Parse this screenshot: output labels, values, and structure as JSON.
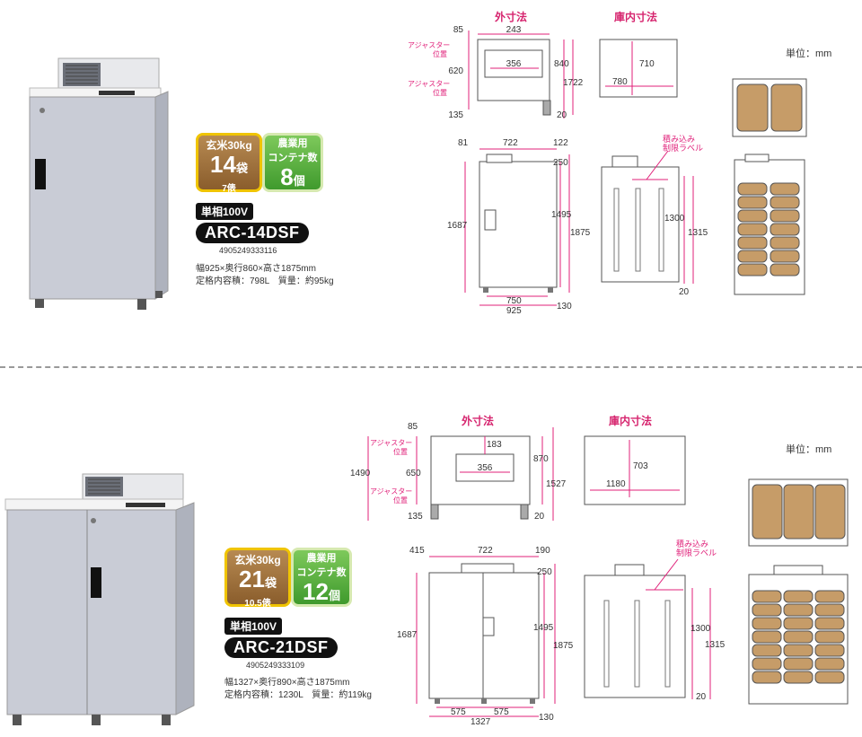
{
  "unit_label": "単位：mm",
  "products": [
    {
      "rice_label": "玄米30kg",
      "bags": "14",
      "bags_unit": "袋",
      "bales": "7俵",
      "container_label_1": "農業用",
      "container_label_2": "コンテナ数",
      "containers": "8",
      "containers_unit": "個",
      "power": "単相100V",
      "model": "ARC-14DSF",
      "jan": "4905249333116",
      "spec_line_1": "幅925×奥行860×高さ1875mm",
      "spec_line_2": "定格内容積：798L　質量：約95kg",
      "outer_title": "外寸法",
      "inner_title": "庫内寸法",
      "adjuster_1": "アジャスター",
      "adjuster_2": "位置",
      "stack_label_1": "積み込み",
      "stack_label_2": "制限ラベル",
      "top_dims": {
        "d85": "85",
        "d243": "243",
        "d356": "356",
        "d620": "620",
        "d840": "840",
        "d1722": "1722",
        "d135": "135",
        "d20": "20",
        "d710": "710",
        "d780": "780"
      },
      "front_dims": {
        "d81": "81",
        "d722": "722",
        "d122": "122",
        "d250": "250",
        "d1687": "1687",
        "d1495": "1495",
        "d1875": "1875",
        "d750": "750",
        "d925": "925",
        "d130": "130",
        "d1300": "1300",
        "d1315": "1315",
        "d20": "20"
      }
    },
    {
      "rice_label": "玄米30kg",
      "bags": "21",
      "bags_unit": "袋",
      "bales": "10.5俵",
      "container_label_1": "農業用",
      "container_label_2": "コンテナ数",
      "containers": "12",
      "containers_unit": "個",
      "power": "単相100V",
      "model": "ARC-21DSF",
      "jan": "4905249333109",
      "spec_line_1": "幅1327×奥行890×高さ1875mm",
      "spec_line_2": "定格内容積：1230L　質量：約119kg",
      "outer_title": "外寸法",
      "inner_title": "庫内寸法",
      "adjuster_1": "アジャスター",
      "adjuster_2": "位置",
      "stack_label_1": "積み込み",
      "stack_label_2": "制限ラベル",
      "top_dims": {
        "d85": "85",
        "d183": "183",
        "d356": "356",
        "d1490": "1490",
        "d650": "650",
        "d870": "870",
        "d1527": "1527",
        "d135": "135",
        "d20": "20",
        "d703": "703",
        "d1180": "1180"
      },
      "front_dims": {
        "d415": "415",
        "d722": "722",
        "d190": "190",
        "d250": "250",
        "d1687": "1687",
        "d1495": "1495",
        "d1875": "1875",
        "d575a": "575",
        "d575b": "575",
        "d1327": "1327",
        "d130": "130",
        "d1300": "1300",
        "d1315": "1315",
        "d20": "20"
      }
    }
  ]
}
